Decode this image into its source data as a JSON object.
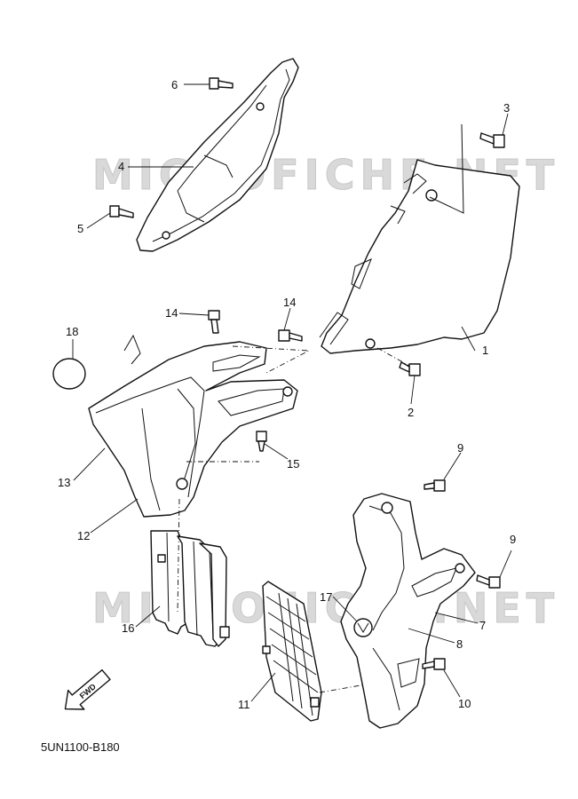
{
  "watermark": "MICROFICHE.NET",
  "figure_ref": "5UN1100-B180",
  "fwd_label": "FWD",
  "callouts": [
    {
      "id": "c1",
      "label": "1"
    },
    {
      "id": "c2",
      "label": "2"
    },
    {
      "id": "c3",
      "label": "3"
    },
    {
      "id": "c4",
      "label": "4"
    },
    {
      "id": "c5",
      "label": "5"
    },
    {
      "id": "c6",
      "label": "6"
    },
    {
      "id": "c7",
      "label": "7"
    },
    {
      "id": "c8",
      "label": "8"
    },
    {
      "id": "c9a",
      "label": "9"
    },
    {
      "id": "c9b",
      "label": "9"
    },
    {
      "id": "c10",
      "label": "10"
    },
    {
      "id": "c11",
      "label": "11"
    },
    {
      "id": "c12",
      "label": "12"
    },
    {
      "id": "c13",
      "label": "13"
    },
    {
      "id": "c14a",
      "label": "14"
    },
    {
      "id": "c14b",
      "label": "14"
    },
    {
      "id": "c15",
      "label": "15"
    },
    {
      "id": "c16",
      "label": "16"
    },
    {
      "id": "c17",
      "label": "17"
    },
    {
      "id": "c18",
      "label": "18"
    }
  ]
}
